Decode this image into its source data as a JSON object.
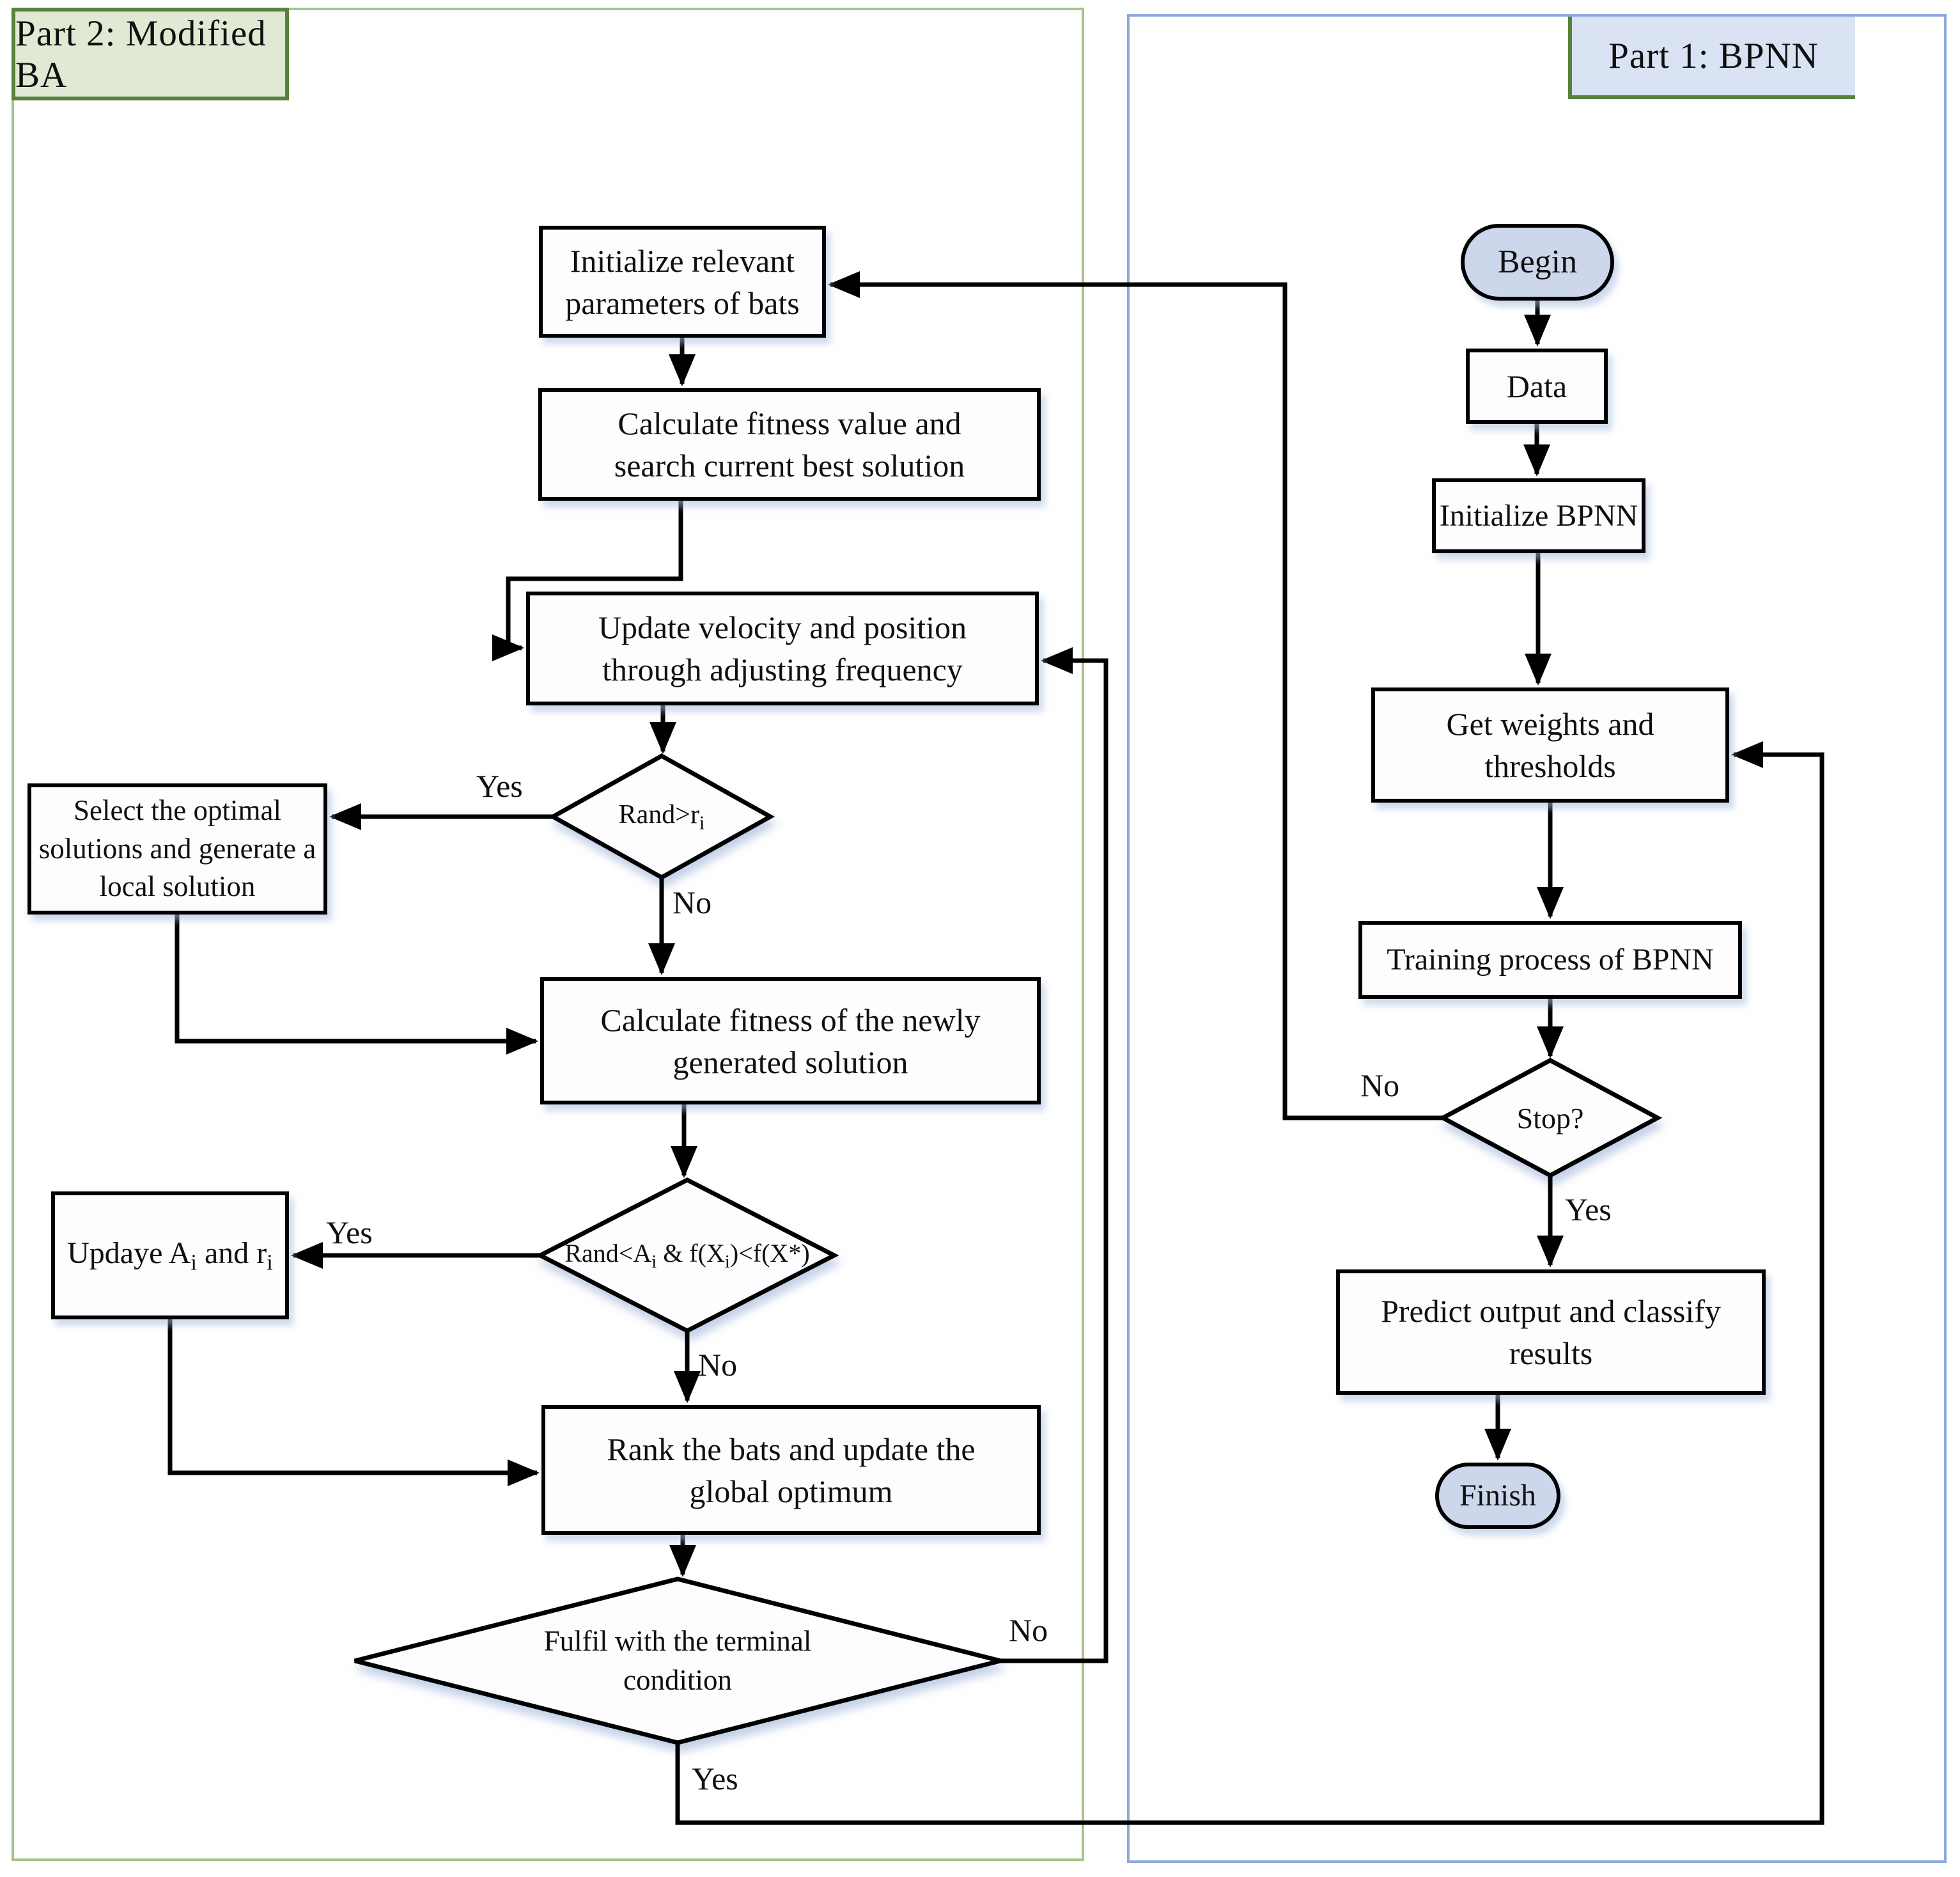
{
  "part2": {
    "label": "Part 2: Modified BA",
    "nodes": {
      "init_bats": "Initialize relevant parameters of bats",
      "calc_fitness": "Calculate fitness value and search current best solution",
      "update_velocity": "Update velocity and position through adjusting frequency",
      "rand_ri": {
        "p1": "Rand>r",
        "s1": "i"
      },
      "select_optimal": "Select the optimal solutions and generate a local solution",
      "calc_fitness_new": "Calculate fitness of the newly generated solution",
      "rand_ai": {
        "p1": "Rand<A",
        "s1": "i",
        "p2": " & f(X",
        "s2": "i",
        "p3": ")<f(X*)"
      },
      "updaye": {
        "p1": "Updaye A",
        "s1": "i",
        "p2": " and r",
        "s2": "i"
      },
      "rank_bats": "Rank the bats and update the global optimum",
      "terminal": "Fulfil with the terminal condition"
    }
  },
  "part1": {
    "label": "Part 1: BPNN",
    "nodes": {
      "begin": "Begin",
      "data": "Data",
      "init_bpnn": "Initialize BPNN",
      "get_weights": "Get weights and thresholds",
      "training": "Training process of BPNN",
      "stop": "Stop?",
      "predict": "Predict output and classify results",
      "finish": "Finish"
    }
  },
  "edge_labels": {
    "rand_ri_yes": "Yes",
    "rand_ri_no": "No",
    "rand_ai_yes": "Yes",
    "rand_ai_no": "No",
    "terminal_no": "No",
    "terminal_yes": "Yes",
    "stop_no": "No",
    "stop_yes": "Yes"
  },
  "colors": {
    "part2_frame": "#a5c48a",
    "part2_label_border": "#59813a",
    "part2_label_fill": "#dfe9d3",
    "part1_frame": "#8ea9dc",
    "part1_label_fill": "#d9e3f3",
    "terminator_fill": "#ccd7ec",
    "line": "#000000",
    "node_fill": "#fdfdff"
  }
}
